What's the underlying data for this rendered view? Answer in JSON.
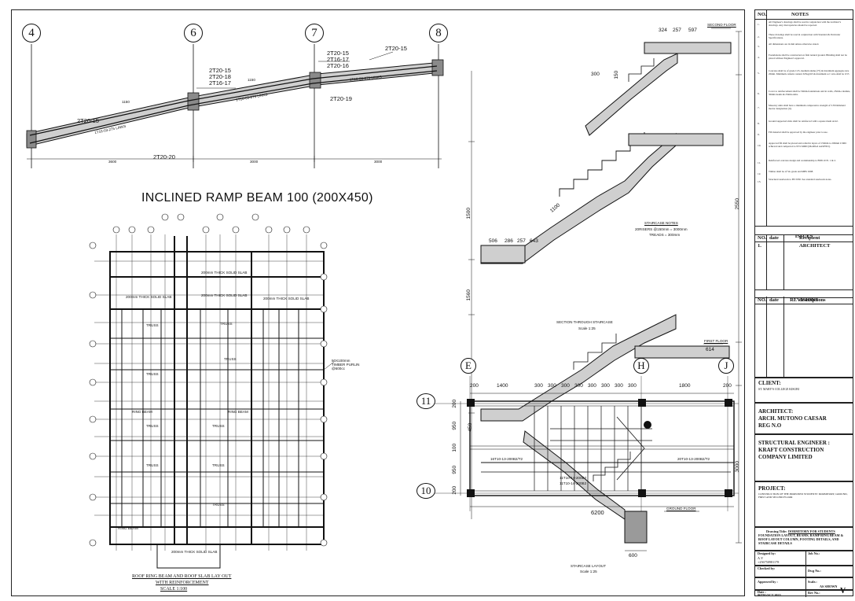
{
  "ramp": {
    "title": "INCLINED RAMP BEAM 100 (200X450)",
    "grids": [
      "4",
      "6",
      "7",
      "8"
    ],
    "bars": [
      "2T20-15",
      "2T20-20",
      "2T20-15",
      "2T20-18",
      "2T16-17",
      "2T20-15",
      "2T16-17",
      "2T20-16",
      "2T20-15",
      "2T20-19"
    ],
    "links": [
      "1T16-03-275 LINKS",
      "1T16-03-275 LINKS",
      "1T16-03-275 LINKS"
    ],
    "dims": [
      "1150",
      "1150",
      "3600",
      "3000",
      "3000"
    ]
  },
  "roof_plan": {
    "title": "ROOF RING BEAM AND ROOF SLAB LAY OUT",
    "subtitle": "WITH REINFORCEMENT",
    "scale": "SCALE 1:100",
    "labels": [
      "200mm THICK SOLID SLAB",
      "200mm THICK SOLID SLAB",
      "200mm THICK SOLID SLAB",
      "200mm THICK SOLID SLAB",
      "200mm THICK SOLID SLAB",
      "TRUSS",
      "TRUSS",
      "TRUSS",
      "TRUSS",
      "TRUSS",
      "TRUSS",
      "TRUSS",
      "TRUSS",
      "TRUSS",
      "RING BEAM",
      "RING BEAM",
      "RING BEAM",
      "50X100mm TIMBER PURLIN @600cc"
    ]
  },
  "staircase_section": {
    "title": "SECTION THROUGH STAIRCASE",
    "scale": "Scale 1:25",
    "notes_title": "STAIRCASE NOTES",
    "notes": [
      "20RISERS @150mm = 3000mm",
      "TREADS = 300mm"
    ],
    "floors": [
      "SECOND FLOOR",
      "FIRST FLOOR",
      "GROUND FLOOR"
    ],
    "dims": [
      "300",
      "150",
      "1100",
      "600",
      "506",
      "286",
      "257",
      "643",
      "1560",
      "1500",
      "450",
      "2550",
      "3000",
      "614",
      "324",
      "257",
      "597"
    ]
  },
  "staircase_layout": {
    "title": "STAIRCASE LAYOUT",
    "scale": "Scale 1:25",
    "grids": [
      "E",
      "H",
      "J",
      "11",
      "10"
    ],
    "top_dims": [
      "200",
      "1400",
      "300",
      "300",
      "300",
      "300",
      "300",
      "300",
      "300",
      "300",
      "1800",
      "200"
    ],
    "left_dims": [
      "200",
      "950",
      "100",
      "950",
      "200"
    ],
    "bottom_dim": "6200",
    "bars": [
      "16T10-13-200B2/T2",
      "20T10-13-200B2/T2",
      "11T10-14-200B2",
      "11T10-14-200B2"
    ]
  },
  "title_block": {
    "notes_header": "NOTES",
    "no_label": "NO.",
    "notes": [
      "All Engineer's drawings shall be read in conjunction with the Architect's drawings. Any discrepancies should be reported.",
      "These drawings shall be read in conjunction with Standard & Particular Specifications.",
      "All dimensions are in mm unless otherwise stated.",
      "Foundations shall be constructed on firm natural ground. Blinding shall not be placed without Engineer's approval.",
      "Concrete shall be of grade C25, medium slump (75) & maximum aggregate size 20mm. Minimum cement content 325kg/m3 & maximum w/c ratio shall be 0.55",
      "Cover to reinforcement shall be 50mm-foundations and in walls, 25mm-columns, 30mm-beams & 25mm-slabs.",
      "Masonry units shall have a minimum compressive strength of 3.5N/mm2and mortar designation (ii).",
      "Ground supported slabs shall be reinforced with a square mesh  A142.",
      "Fill material shall be approved by the engineer prior to use.",
      "Approved fill shall be placed and rolled in layers of 150mm to 200mm LSMC achieved and compacted to 95% MDD (Modified AASHTO).",
      "Reinforced concrete design and workmanship to BS8110 Pt. 1 & 2.",
      "Timber shall be of SG grade and MBS 6398.",
      "Structural steelwork to BS 5950. See standard steelwork notes."
    ],
    "issues_header": "ISSUES",
    "issues_cols": [
      "NO.",
      "date",
      "Recipient"
    ],
    "issue_row": [
      "1.",
      "",
      "ARCHITECT"
    ],
    "revisions_header": "REVISIONS",
    "revisions_cols": [
      "NO.",
      "date",
      "descriptions"
    ],
    "client_label": "CLIENT:",
    "client": "ST. MARY'S COLLEGE KISUBI",
    "architect_label": "ARCHITECT:",
    "architect": "ARCH. MUTONO CAESAR",
    "architect_reg": "REG N.O",
    "engineer_label": "STRUCTURAL ENGINEER :",
    "engineer": "KRAFT CONSTRUCTION COMPANY LIMITED",
    "project_label": "PROJECT:",
    "project": "CONSTRUCTION OF THE PROPOSED STUDENTS' DORMITORY, GROUND, FIRST AND SECOND FLOOR",
    "drawing_title_label": "Drawing Title:",
    "drawing_title_underlined": "DORMITORY FOR STUDENTS",
    "drawing_title": "FOUNDATION LAYOUT, BEAMS, RAMP RING BEAM & ROOF LAYOUT COLUMN, FOOTING DETAILS, AND STAIRCASE DETAILS",
    "designed_by_label": "Designed by:",
    "designed_by": "A.Y",
    "designed_by_reg": "+256750981178",
    "job_no_label": "Job No.:",
    "checked_by_label": "Checked by:",
    "dwg_no_label": "Dwg No.:",
    "approved_by_label": "Approved by :",
    "scale_label": "Scale.:",
    "scale_value": "AS SHOWN",
    "date_label": "Date :",
    "date_value": "06TH OCT 2023",
    "rev_no_label": "Rev No.:",
    "stamp_letter": "V"
  }
}
